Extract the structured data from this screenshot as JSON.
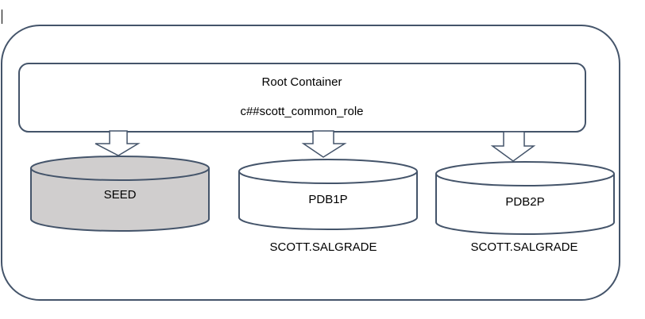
{
  "root": {
    "title": "Root Container",
    "role": "c##scott_common_role"
  },
  "databases": [
    {
      "name": "SEED",
      "table": ""
    },
    {
      "name": "PDB1P",
      "table": "SCOTT.SALGRADE"
    },
    {
      "name": "PDB2P",
      "table": "SCOTT.SALGRADE"
    }
  ],
  "colors": {
    "stroke": "#44546a",
    "seed_fill": "#d0cece",
    "pdb_fill": "#ffffff"
  }
}
